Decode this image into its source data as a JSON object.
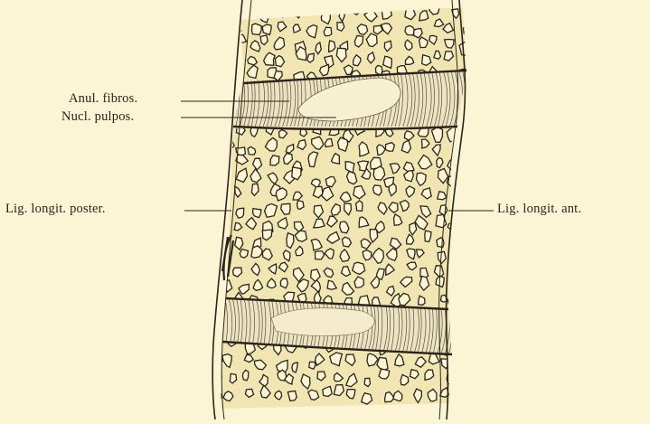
{
  "labels": {
    "anulus": "Anul. fibros.",
    "nucleus": "Nucl. pulpos.",
    "lig_posterior": "Lig. longit. poster.",
    "lig_anterior": "Lig. longit. ant."
  },
  "colors": {
    "background": "#fbf5d6",
    "bone_fill": "#f1e6b3",
    "ink": "#2a2419",
    "disc_fill": "#ece3c2"
  }
}
